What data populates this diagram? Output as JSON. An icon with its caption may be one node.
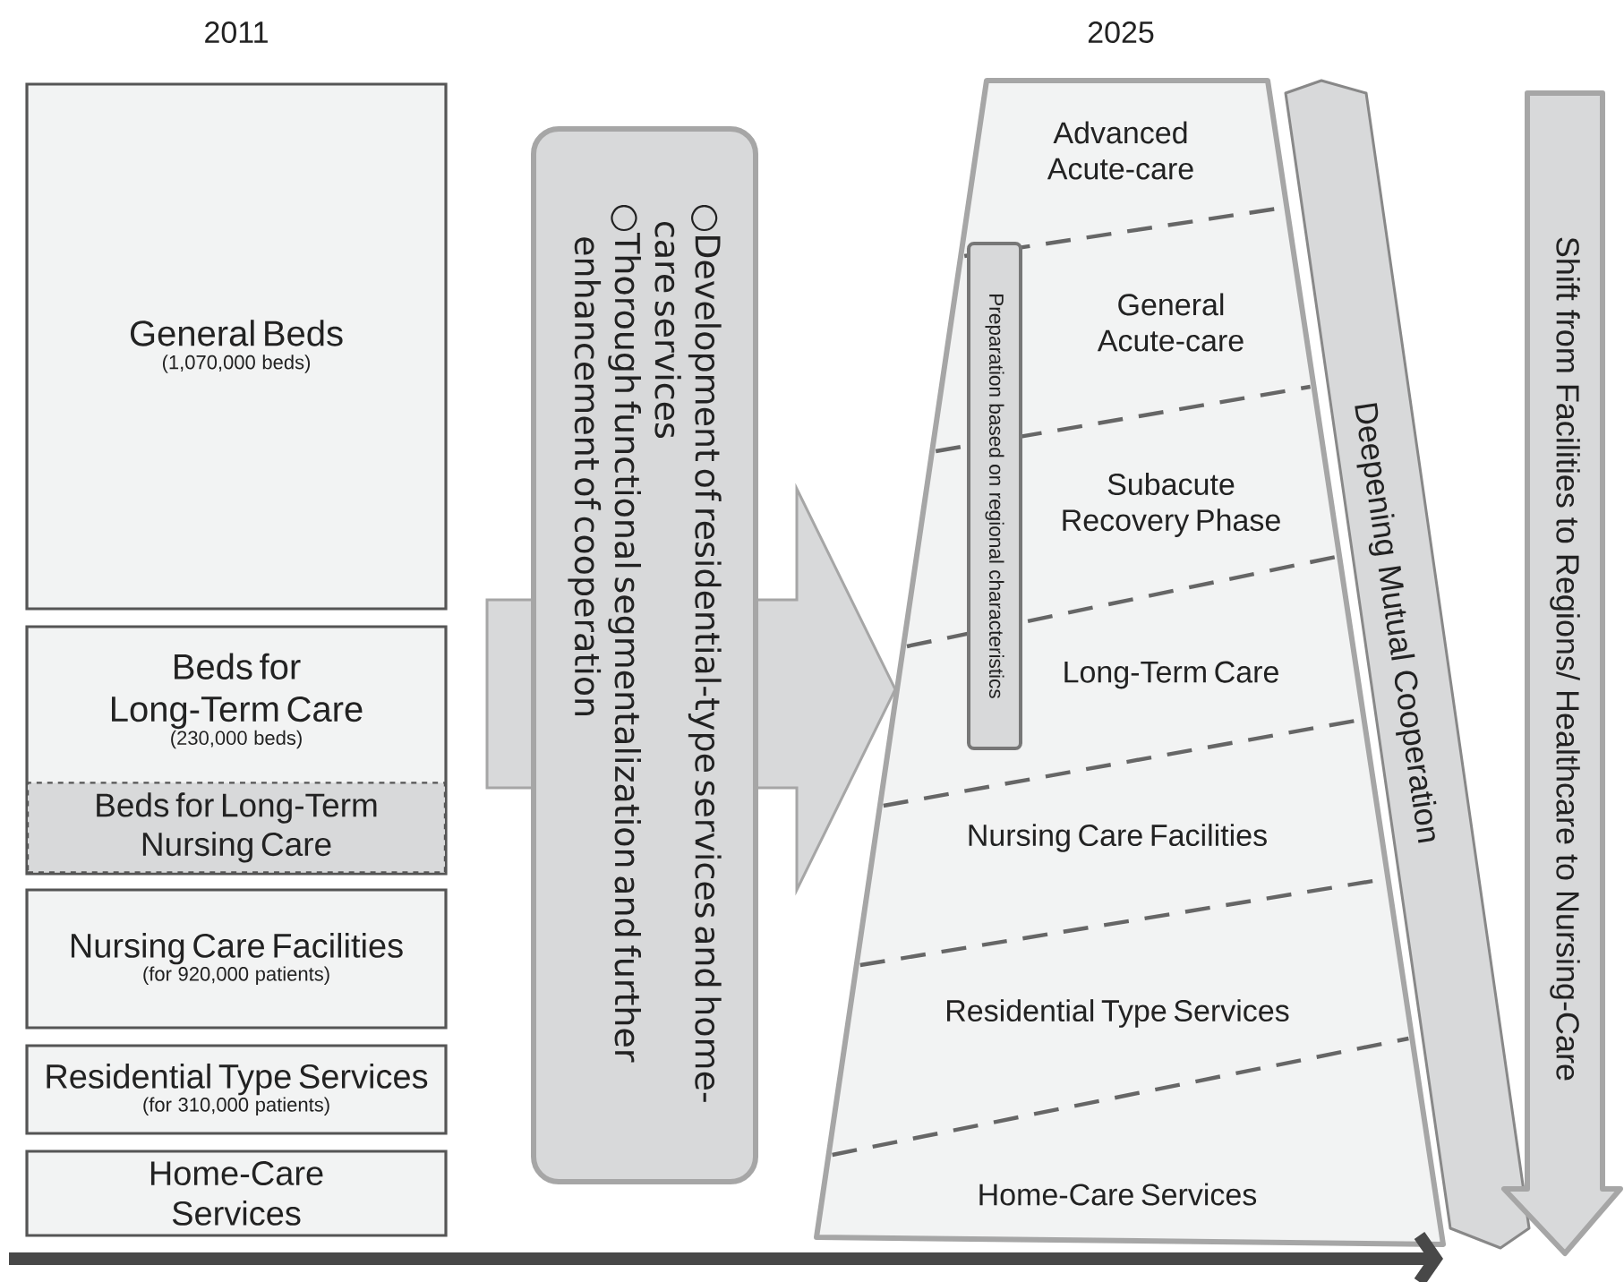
{
  "diagram": {
    "nodes": [
      {
        "text": [
          "General Beds",
          "(1,070,000 beds)"
        ]
      },
      {
        "text": [
          "Beds for Long-Term Care",
          "(230,000 beds)"
        ]
      },
      {
        "text": [
          "Beds for Long-Term Nursing Care"
        ],
        "in": 1
      },
      {
        "text": [
          "Nursing Care Facilities",
          "(for 920,000 patients)"
        ]
      },
      {
        "text": [
          "Residential Type Services",
          "(for 310,000 patients)"
        ]
      },
      {
        "text": [
          "Home-Care Services"
        ]
      },
      {
        "text": [
          "○Development of residential-type services and home-care services",
          "○Thorough functional segmentalization and further enhancement of cooperation"
        ]
      },
      {
        "text": [
          "Advanced Acute-care"
        ]
      },
      {
        "text": [
          "General Acute-care"
        ]
      },
      {
        "text": [
          "Subacute Recovery Phase"
        ]
      },
      {
        "text": [
          "Long-Term Care"
        ]
      },
      {
        "text": [
          "Nursing Care Facilities"
        ]
      },
      {
        "text": [
          "Residential Type Services"
        ]
      },
      {
        "text": [
          "Home-Care Services"
        ]
      },
      {
        "text": [
          "Preparation based on regional characteristics"
        ]
      },
      {
        "text": [
          "Deepening Mutual Cooperation"
        ]
      },
      {
        "text": [
          "Shift from Facilities to Regions/ Healthcare to Nursing-Care"
        ]
      }
    ],
    "labels": [
      "2011",
      "2025"
    ]
  }
}
